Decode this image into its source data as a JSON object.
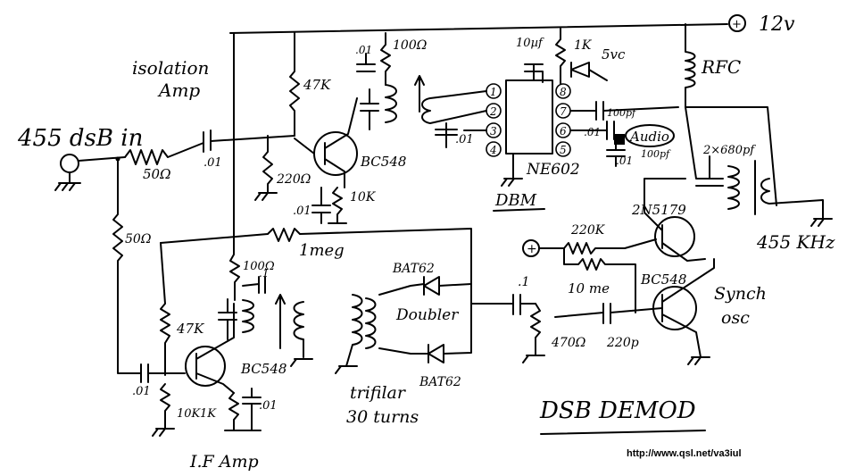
{
  "title": "DSB   DEMOD",
  "url": "http://www.qsl.net/va3iul",
  "supply": "12v",
  "supply_symbol": "+",
  "input_label": "455 dsB in",
  "output_label": "455 KHz",
  "blocks": {
    "isolation_1": "isolation",
    "isolation_2": "Amp",
    "if_amp": "I.F Amp",
    "dbm": "DBM",
    "doubler": "Doubler",
    "synch_1": "Synch",
    "synch_2": "osc",
    "trifilar_1": "trifilar",
    "trifilar_2": "30 turns",
    "audio": "Audio"
  },
  "components": {
    "r_50_in": "50Ω",
    "r_50_shunt": "50Ω",
    "c_01_in": ".01",
    "r_47k_top": "47K",
    "r_220": "220Ω",
    "q_bc548_1": "BC548",
    "r_10k_1": "10K",
    "c_01_e1": ".01",
    "c_01_tank": ".01",
    "r_100_top": "100Ω",
    "c_10uf": "10µf",
    "r_1k_ne": "1K",
    "zener": "5vc",
    "ic": "NE602",
    "c_01_pin": ".01",
    "c_01_ne": ".01",
    "c_100pf_a": "100pf",
    "c_100pf_b": "100pf",
    "c_01_out": ".01",
    "rfc": "RFC",
    "c_2x680": "2×680pf",
    "q_2n5179": "2N5179",
    "r_220k": "220K",
    "r_10meg": "10 me",
    "q_bc548_osc": "BC548",
    "r_1meg": "1meg",
    "r_100_if": "100Ω",
    "c_01_if": ".1",
    "r_47k_if": "47K",
    "q_bc548_if": "BC548",
    "r_10k_if": "10K",
    "r_1k_if": "1K",
    "c_01_bot": ".01",
    "c_01_left": ".01",
    "d_bat62_a": "BAT62",
    "d_bat62_b": "BAT62",
    "c_1_coup": ".1",
    "r_470": "470Ω",
    "c_220p": "220p"
  },
  "pins": [
    "1",
    "2",
    "3",
    "4",
    "5",
    "6",
    "7",
    "8"
  ],
  "plus_sign": "+"
}
